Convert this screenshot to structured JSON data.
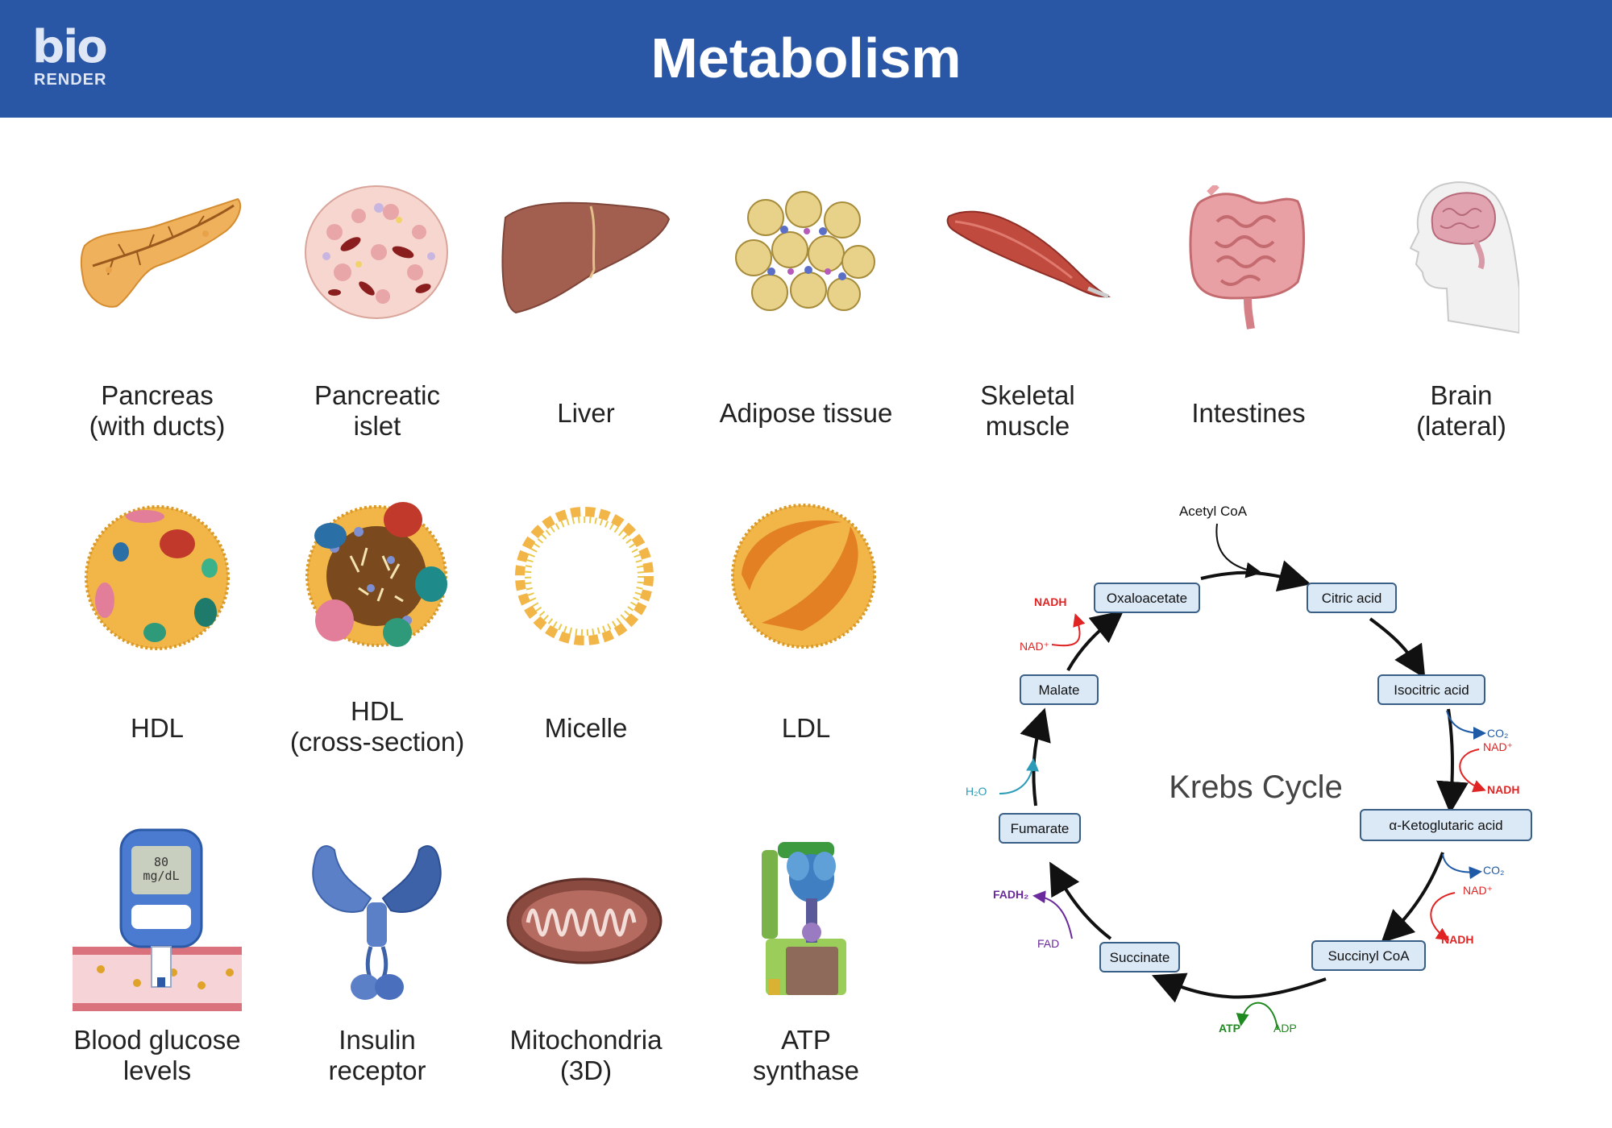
{
  "header": {
    "title": "Metabolism",
    "logo_top": "bio",
    "logo_bottom": "RENDER",
    "background": "#2a57a5"
  },
  "grid": [
    {
      "label": "Pancreas\n(with ducts)",
      "icon": "pancreas-icon"
    },
    {
      "label": "Pancreatic\nislet",
      "icon": "pancreatic-islet-icon"
    },
    {
      "label": "Liver",
      "icon": "liver-icon"
    },
    {
      "label": "Adipose tissue",
      "icon": "adipose-tissue-icon"
    },
    {
      "label": "Skeletal\nmuscle",
      "icon": "skeletal-muscle-icon"
    },
    {
      "label": "Intestines",
      "icon": "intestines-icon"
    },
    {
      "label": "Brain\n(lateral)",
      "icon": "brain-icon"
    },
    {
      "label": "HDL",
      "icon": "hdl-icon"
    },
    {
      "label": "HDL\n(cross-section)",
      "icon": "hdl-cross-section-icon"
    },
    {
      "label": "Micelle",
      "icon": "micelle-icon"
    },
    {
      "label": "LDL",
      "icon": "ldl-icon"
    },
    {
      "label": "Blood glucose\nlevels",
      "icon": "glucose-meter-icon"
    },
    {
      "label": "Insulin\nreceptor",
      "icon": "insulin-receptor-icon"
    },
    {
      "label": "Mitochondria\n(3D)",
      "icon": "mitochondria-icon"
    },
    {
      "label": "ATP\nsynthase",
      "icon": "atp-synthase-icon"
    }
  ],
  "glucose_meter": {
    "reading": "80",
    "unit": "mg/dL"
  },
  "krebs": {
    "title": "Krebs Cycle",
    "input": "Acetyl CoA",
    "nodes": {
      "oxaloacetate": "Oxaloacetate",
      "citric": "Citric acid",
      "isocitric": "Isocitric acid",
      "ketoglutaric": "α-Ketoglutaric acid",
      "succinyl": "Succinyl CoA",
      "succinate": "Succinate",
      "fumarate": "Fumarate",
      "malate": "Malate"
    },
    "side": {
      "co2_1": "CO₂",
      "nad_1": "NAD⁺",
      "nadh_1": "NADH",
      "co2_2": "CO₂",
      "nad_2": "NAD⁺",
      "nadh_2": "NADH",
      "atp": "ATP",
      "adp": "ADP",
      "fadh2": "FADH₂",
      "fad": "FAD",
      "h2o": "H₂O",
      "nad_3": "NAD⁺",
      "nadh_3": "NADH"
    },
    "colors": {
      "box_fill": "#dbe9f7",
      "box_stroke": "#3a5f86",
      "blue": "#1f5aa6",
      "red": "#e02424",
      "green": "#1f8a1f",
      "purple": "#6a2a9c",
      "teal": "#2b9bb8"
    }
  }
}
